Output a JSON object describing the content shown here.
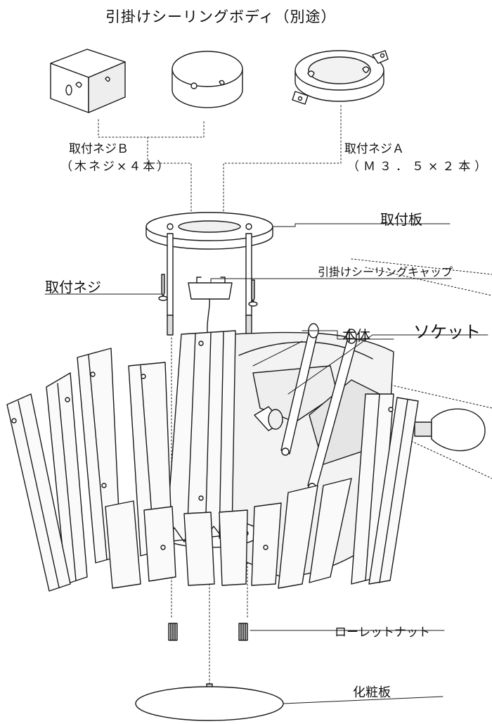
{
  "labels": {
    "ceiling_body": "引掛けシーリングボディ（別途）",
    "screw_b": "取付ネジＢ",
    "screw_b_detail": "（木ネジ×４本）",
    "screw_a": "取付ネジＡ",
    "screw_a_detail": "（Ｍ３．５×２本）",
    "mounting_plate": "取付板",
    "mounting_screw": "取付ネジ",
    "ceiling_cap": "引掛けシーリングキャップ",
    "main_body": "本体",
    "socket": "ソケット",
    "knurled_nut": "ローレットナット",
    "cover_plate": "化粧板"
  },
  "colors": {
    "line": "#1a1a1a",
    "fill": "#ffffff",
    "shade": "#e9e9e9"
  }
}
